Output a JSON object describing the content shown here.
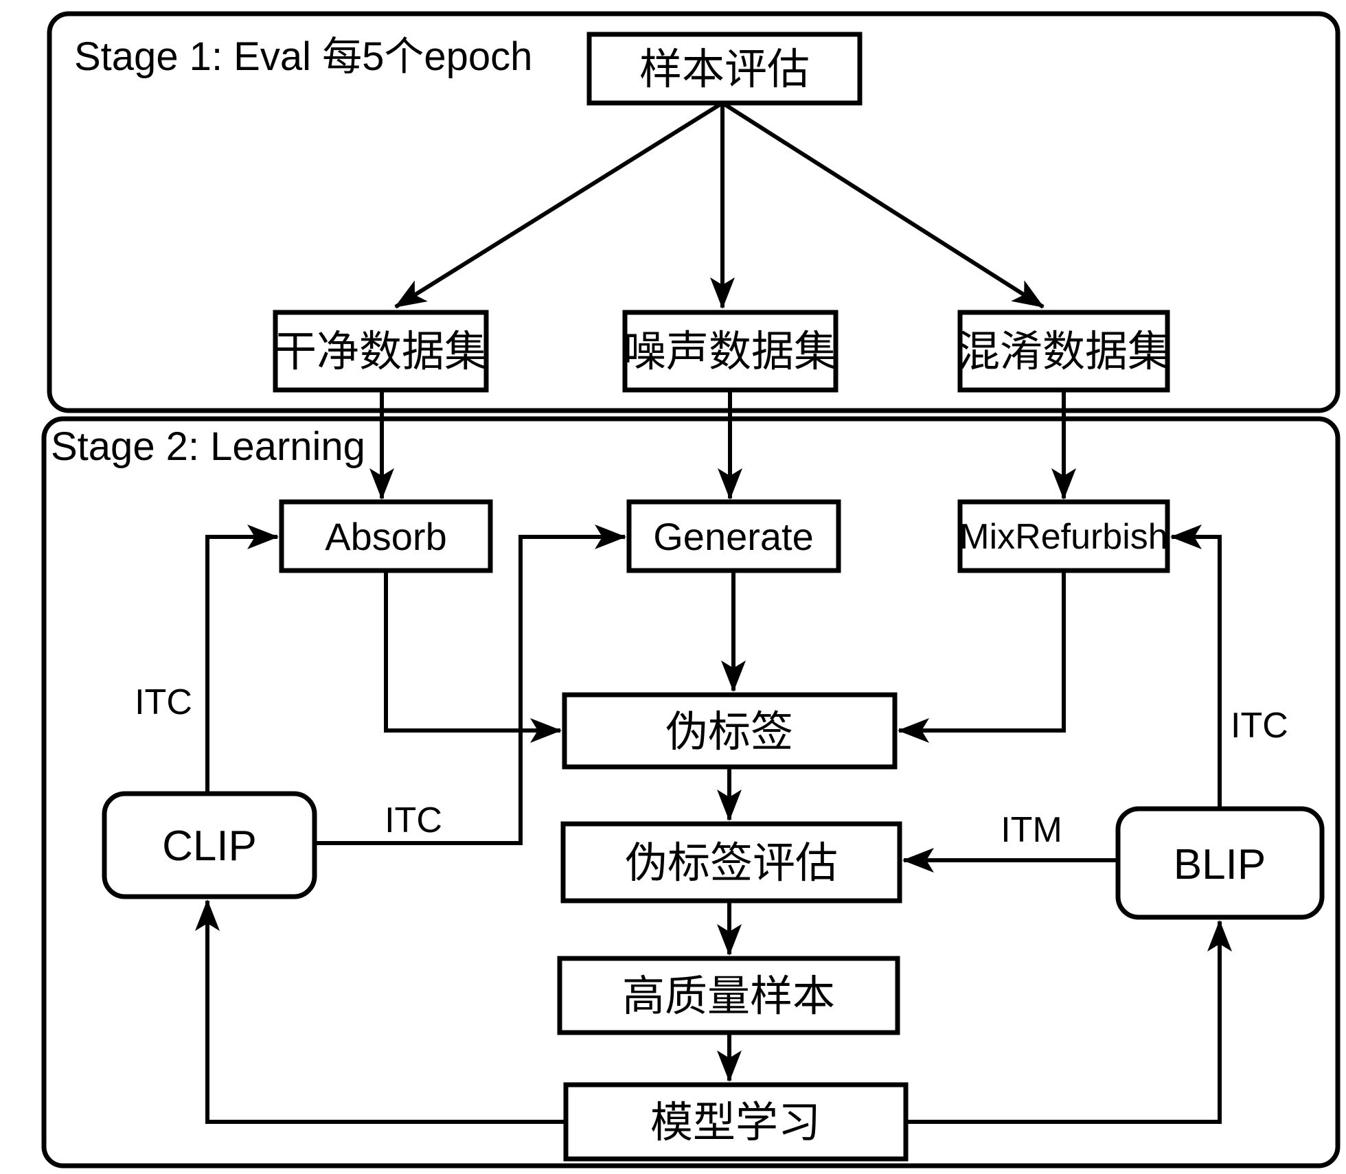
{
  "diagram": {
    "colors": {
      "ink": "#000000",
      "background": "#ffffff"
    },
    "stage1": {
      "label": "Stage 1: Eval 每5个epoch",
      "nodes": {
        "sample_eval": "样本评估",
        "clean_dataset": "干净数据集",
        "noisy_dataset": "噪声数据集",
        "mixed_dataset": "混淆数据集"
      }
    },
    "stage2": {
      "label": "Stage 2: Learning",
      "nodes": {
        "absorb": "Absorb",
        "generate": "Generate",
        "mix_refurbish": "MixRefurbish",
        "pseudo_label": "伪标签",
        "pseudo_label_eval": "伪标签评估",
        "high_quality_samples": "高质量样本",
        "model_learning": "模型学习",
        "clip": "CLIP",
        "blip": "BLIP"
      }
    },
    "edge_labels": {
      "itc_clip_to_absorb": "ITC",
      "itc_clip_to_generate": "ITC",
      "itc_blip_to_mixrefurbish": "ITC",
      "itm_blip_to_eval": "ITM"
    }
  }
}
